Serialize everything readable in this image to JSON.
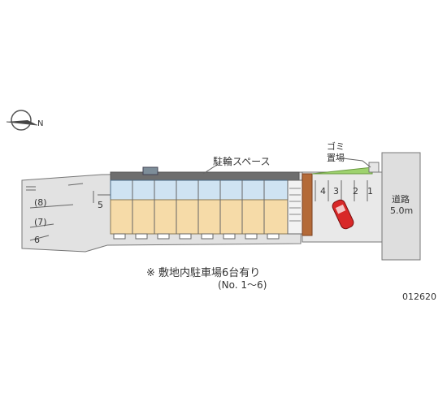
{
  "compass": {
    "north_label": "N",
    "icon": "compass-arrow-icon"
  },
  "labels": {
    "bicycle_parking": "駐輪スペース",
    "garbage_line1": "ゴミ",
    "garbage_line2": "置場",
    "road_line1": "道路",
    "road_line2": "5.0m",
    "note_line1": "※ 敷地内駐車場6台有り",
    "note_line2": "(No. 1〜6)",
    "property_code": "012620"
  },
  "parking_spaces": {
    "space_1": "1",
    "space_2": "2",
    "space_3": "3",
    "space_4": "4",
    "space_5": "5",
    "space_6": "6",
    "space_7": "(7)",
    "space_8": "(8)"
  },
  "icons": [
    "car-icon",
    "tree-icon",
    "compass-arrow-icon"
  ],
  "colors": {
    "lot": "#e2e2e2",
    "road": "#dedede",
    "outline": "#777777",
    "unit_blue": "#cfe3f2",
    "unit_orange": "#f6dba8",
    "wall_brown": "#b46a38",
    "roof_dark": "#6e6e6e",
    "green": "#9ed26e",
    "car_red": "#d82828"
  }
}
